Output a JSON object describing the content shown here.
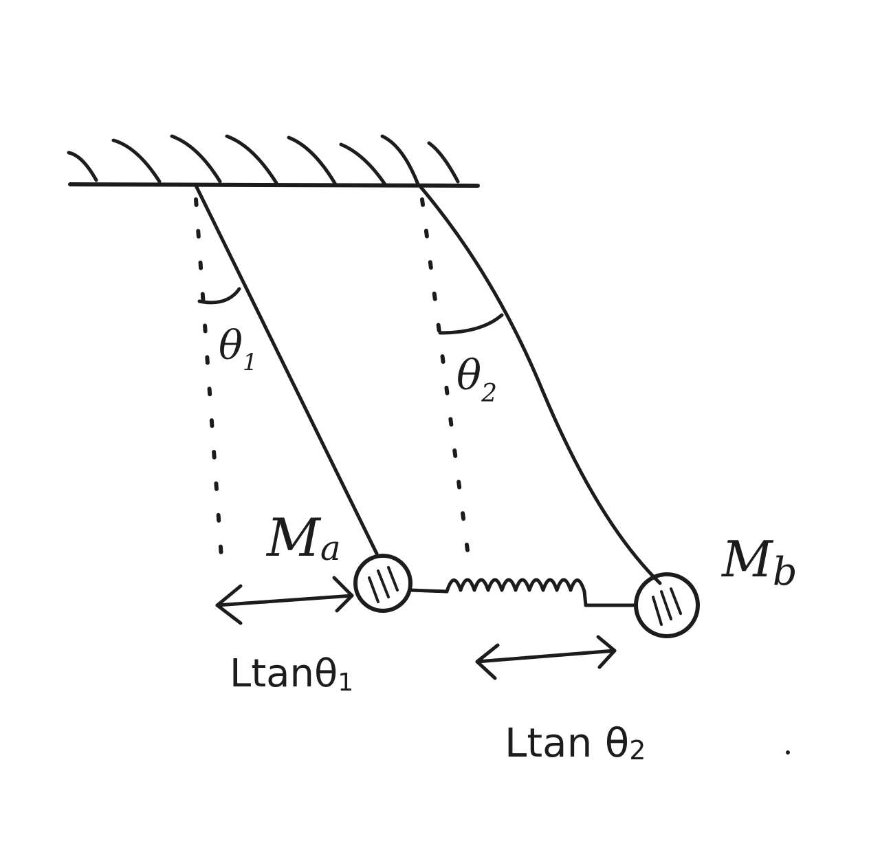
{
  "labels": {
    "theta1": "θ",
    "theta1_sub": "1",
    "theta2": "θ",
    "theta2_sub": "2",
    "mass_a": "M",
    "mass_a_sub": "a",
    "mass_b": "M",
    "mass_b_sub": "b",
    "disp1": "Ltanθ",
    "disp1_sub": "1",
    "disp2": "Ltan θ",
    "disp2_sub": "2"
  },
  "colors": {
    "ink": "#1c1c1c",
    "background": "#ffffff"
  }
}
